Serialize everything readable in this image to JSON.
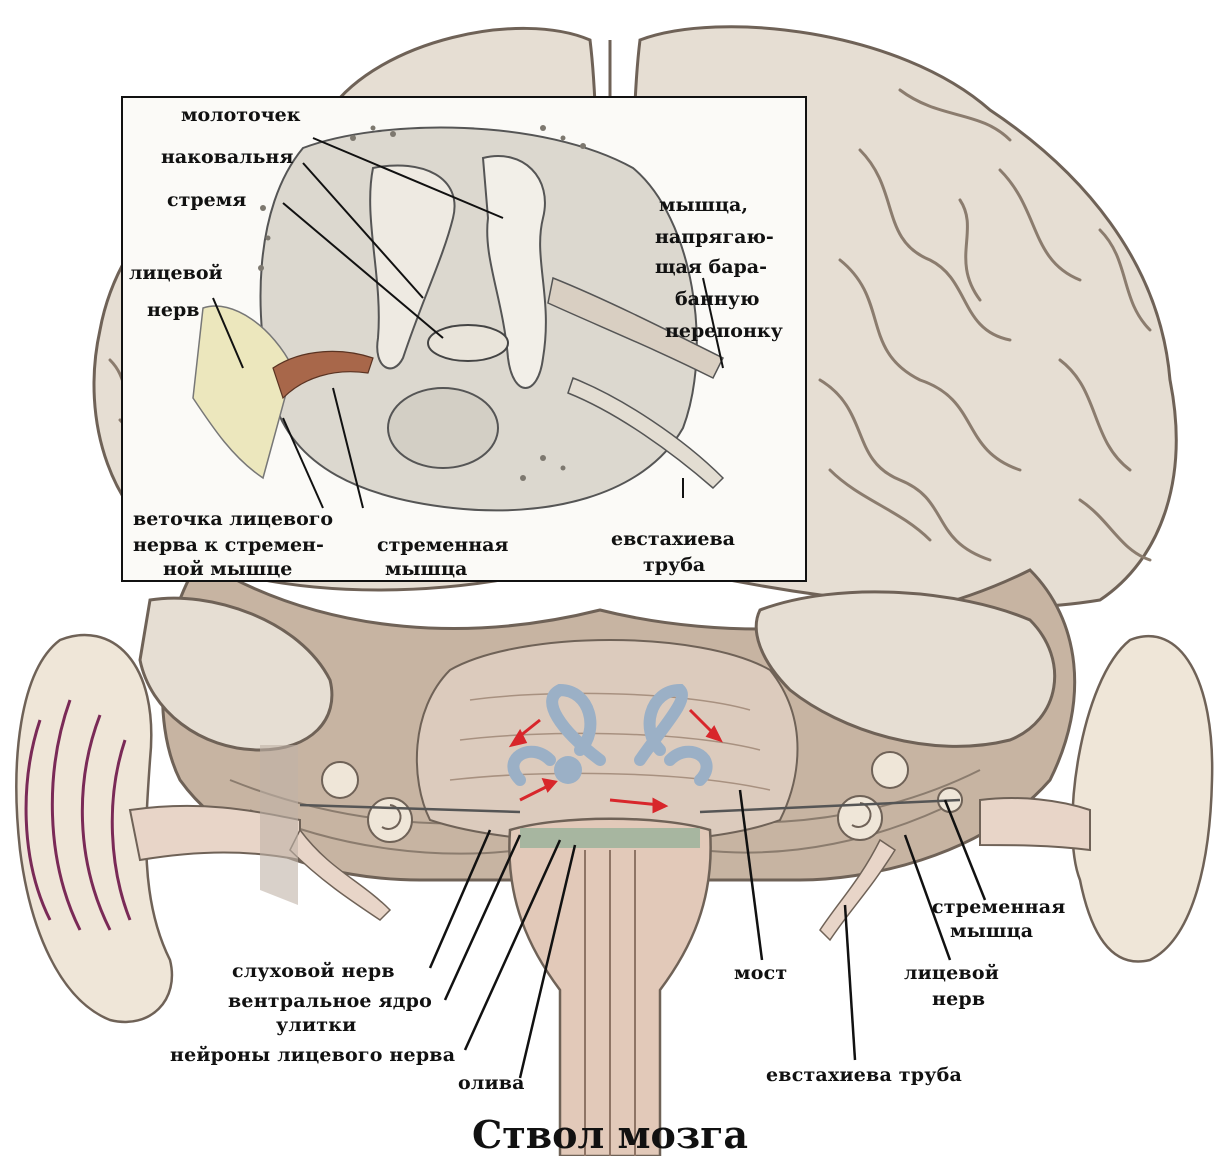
{
  "title": "Ствол мозга",
  "inset_labels": {
    "malleus": "молоточек",
    "incus": "наковальня",
    "stapes": "стремя",
    "facial_nerve_1": "лицевой",
    "facial_nerve_2": "нерв",
    "tensor_1": "мышца,",
    "tensor_2": "напрягаю-",
    "tensor_3": "щая бара-",
    "tensor_4": "банную",
    "tensor_5": "перепонку",
    "branch_1": "веточка лицевого",
    "branch_2": "нерва к стремен-",
    "branch_3": "ной мышце",
    "stapedius_1": "стременная",
    "stapedius_2": "мышца",
    "eustachian_1": "евстахиева",
    "eustachian_2": "труба"
  },
  "main_labels": {
    "auditory_nerve": "слуховой нерв",
    "ventral_nucleus_1": "вентральное ядро",
    "ventral_nucleus_2": "улитки",
    "facial_neurons": "нейроны лицевого нерва",
    "olive": "олива",
    "pons": "мост",
    "stapedius_1": "стременная",
    "stapedius_2": "мышца",
    "facial_nerve_1": "лицевой",
    "facial_nerve_2": "нерв",
    "eustachian": "евстахиева труба"
  },
  "colors": {
    "brain": "#e6ded3",
    "brain_shadow": "#b9ab9b",
    "cerebellum": "#c7b4a2",
    "stem": "#e2c9b9",
    "ear": "#efe6d8",
    "pathway_blue": "#9bb0c6",
    "arrow_red": "#d8262b",
    "sound_wave": "#7a2a57",
    "muscle": "#a8674a",
    "nerve_yellow": "#ece7bd"
  }
}
